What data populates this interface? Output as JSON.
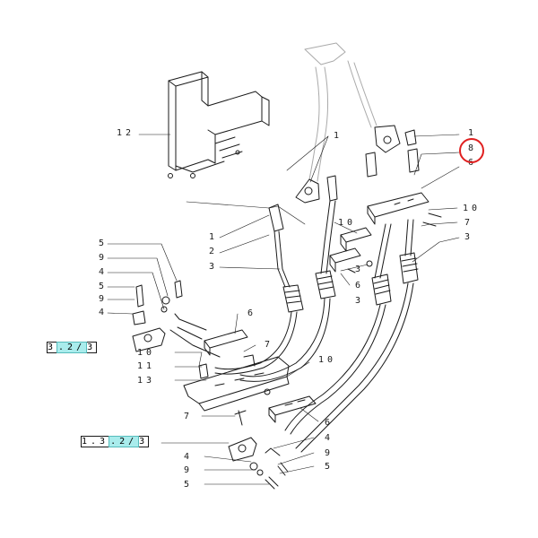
{
  "callouts": {
    "c12": "12",
    "c1_top": "1",
    "c1_topright": "1",
    "c8": "8",
    "c6_topright": "6",
    "c10_right": "10",
    "c7_right": "7",
    "c3_right": "3",
    "c1_left": "1",
    "c2_left": "2",
    "c3_left": "3",
    "c10_mid": "10",
    "c6_mid": "6",
    "c3_mid": "3",
    "c5_l1": "5",
    "c9_l1": "9",
    "c4_l1": "4",
    "c5_l2": "5",
    "c9_l2": "9",
    "c4_l2": "4",
    "c6_center": "6",
    "c7_center": "7",
    "c10_center": "10",
    "c11_center": "11",
    "c13_center": "13",
    "c10_low": "10",
    "c7_low": "7",
    "c6_low": "6",
    "c4_bot": "4",
    "c9_bot": "9",
    "c5_bot": "5",
    "c4_bot_l": "4",
    "c9_bot_l": "9",
    "c5_bot_l": "5"
  },
  "references": {
    "ref1": {
      "prefix": "3",
      "highlight": ".2/",
      "suffix": "3"
    },
    "ref2": {
      "prefix": "1.3",
      "highlight": ".2/",
      "suffix": "3"
    }
  },
  "colors": {
    "highlight": "#a9ecec",
    "circle": "#e02020",
    "line": "#1a1a1a"
  }
}
